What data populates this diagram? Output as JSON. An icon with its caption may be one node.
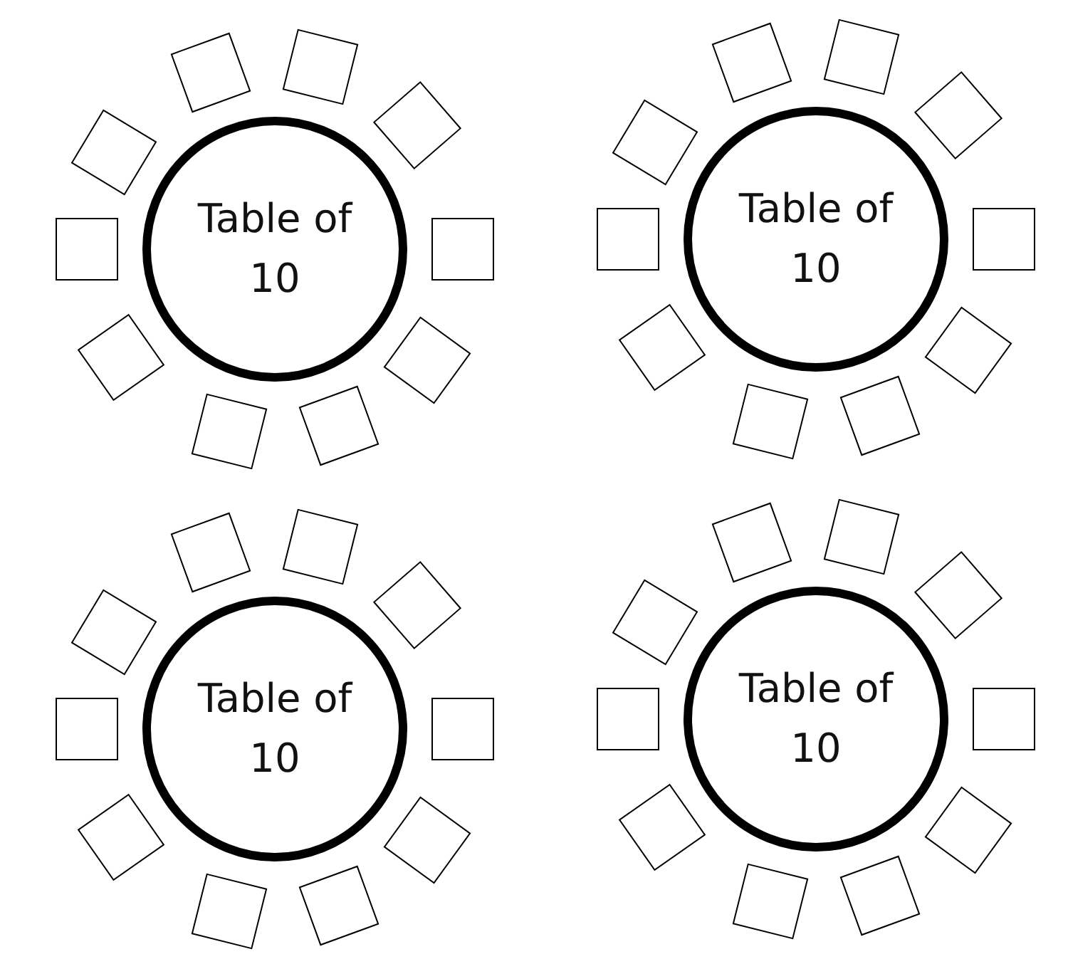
{
  "diagram": {
    "nodes": [
      {
        "text": [
          "Table of 10"
        ]
      },
      {
        "text": [],
        "shape": "box"
      },
      {
        "text": [],
        "shape": "box"
      },
      {
        "text": [],
        "shape": "box"
      },
      {
        "text": [],
        "shape": "box"
      },
      {
        "text": [],
        "shape": "box"
      },
      {
        "text": [],
        "shape": "box"
      },
      {
        "text": [],
        "shape": "box"
      },
      {
        "text": [],
        "shape": "box"
      },
      {
        "text": [],
        "shape": "box"
      },
      {
        "text": [],
        "shape": "box"
      },
      {
        "text": [
          "Table of 10"
        ]
      },
      {
        "text": [],
        "shape": "box"
      },
      {
        "text": [],
        "shape": "box"
      },
      {
        "text": [],
        "shape": "box"
      },
      {
        "text": [],
        "shape": "box"
      },
      {
        "text": [],
        "shape": "box"
      },
      {
        "text": [],
        "shape": "box"
      },
      {
        "text": [],
        "shape": "box"
      },
      {
        "text": [],
        "shape": "box"
      },
      {
        "text": [],
        "shape": "box"
      },
      {
        "text": [],
        "shape": "box"
      },
      {
        "text": [
          "Table of 10"
        ]
      },
      {
        "text": [],
        "shape": "box"
      },
      {
        "text": [],
        "shape": "box"
      },
      {
        "text": [],
        "shape": "box"
      },
      {
        "text": [],
        "shape": "box"
      },
      {
        "text": [],
        "shape": "box"
      },
      {
        "text": [],
        "shape": "box"
      },
      {
        "text": [],
        "shape": "box"
      },
      {
        "text": [],
        "shape": "box"
      },
      {
        "text": [],
        "shape": "box"
      },
      {
        "text": [],
        "shape": "box"
      },
      {
        "text": [
          "Table of 10"
        ]
      },
      {
        "text": [],
        "shape": "box"
      },
      {
        "text": [],
        "shape": "box"
      },
      {
        "text": [],
        "shape": "box"
      },
      {
        "text": [],
        "shape": "box"
      },
      {
        "text": [],
        "shape": "box"
      },
      {
        "text": [],
        "shape": "box"
      },
      {
        "text": [],
        "shape": "box"
      },
      {
        "text": [],
        "shape": "box"
      },
      {
        "text": [],
        "shape": "box"
      },
      {
        "text": [],
        "shape": "box"
      }
    ]
  }
}
